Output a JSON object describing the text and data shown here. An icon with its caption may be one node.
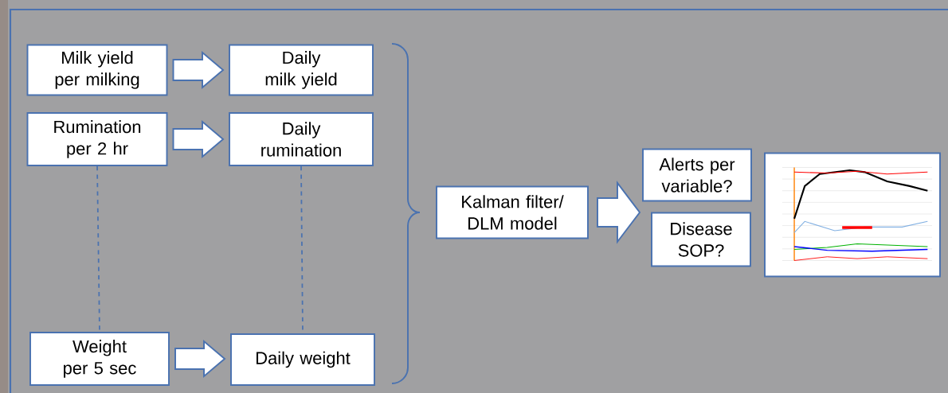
{
  "diagram": {
    "nodes": [
      {
        "text": [
          "Milk yield per milking"
        ]
      },
      {
        "text": [
          "Daily milk yield"
        ]
      },
      {
        "text": [
          "Rumination per 2 hr"
        ]
      },
      {
        "text": [
          "Daily rumination"
        ]
      },
      {
        "text": [
          "Weight per 5 sec"
        ]
      },
      {
        "text": [
          "Daily weight"
        ]
      },
      {
        "text": [
          "Kalman filter/ DLM model"
        ]
      },
      {
        "text": [
          "Alerts per variable?"
        ]
      },
      {
        "text": [
          "Disease SOP?"
        ]
      },
      {
        "text": [],
        "shape": "picture"
      }
    ],
    "edges": [
      {
        "from": 0,
        "to": 1,
        "arrow": "to"
      },
      {
        "from": 2,
        "to": 3,
        "arrow": "to"
      },
      {
        "from": 4,
        "to": 5,
        "arrow": "to"
      },
      {
        "from": 2,
        "to": 4,
        "arrow": "none",
        "style": "dashed"
      },
      {
        "from": 3,
        "to": 5,
        "arrow": "none",
        "style": "dashed"
      },
      {
        "from": 6,
        "to": 7,
        "arrow": "to"
      },
      {
        "from": 6,
        "to": 8,
        "arrow": "to"
      }
    ]
  }
}
